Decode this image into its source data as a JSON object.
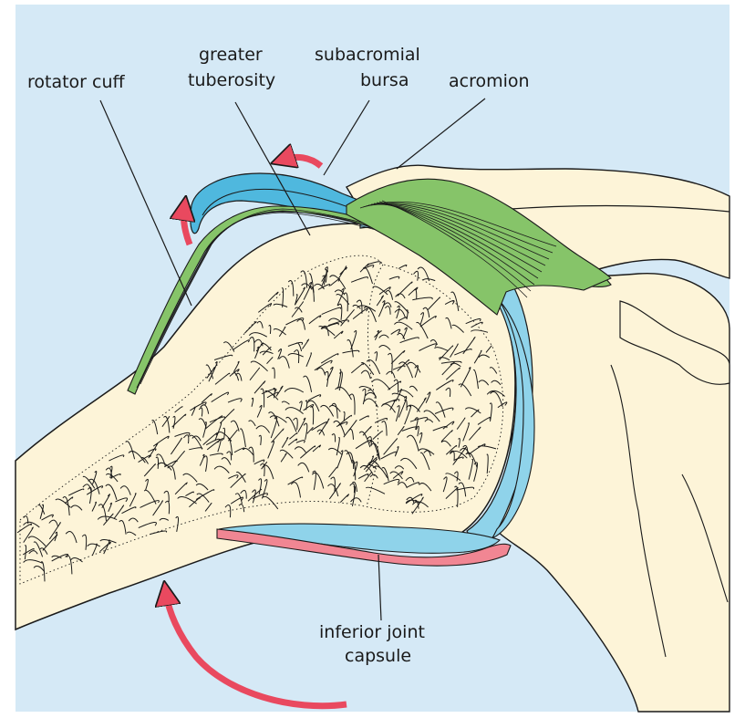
{
  "colors": {
    "background": "#d5e9f6",
    "bone": "#fdf4d8",
    "outline": "#1a1a1a",
    "cartilage": "#8fd3ea",
    "bursa": "#4fb8de",
    "rotator_cuff": "#86c469",
    "capsule": "#f18693",
    "arrow": "#e9495f"
  },
  "labels": {
    "rotator_cuff": "rotator cuff",
    "greater_tuberosity_line1": "greater",
    "greater_tuberosity_line2": "tuberosity",
    "subacromial_bursa_line1": "subacromial",
    "subacromial_bursa_line2": "bursa",
    "acromion": "acromion",
    "inferior_capsule_line1": "inferior joint",
    "inferior_capsule_line2": "capsule"
  }
}
